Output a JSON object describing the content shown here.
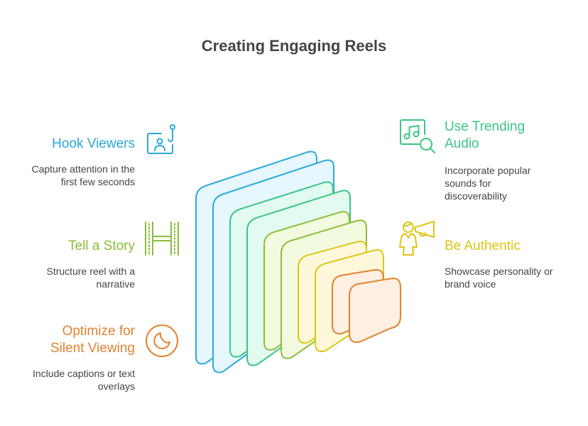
{
  "title": "Creating Engaging Reels",
  "colors": {
    "blue": "#29a9d8",
    "teal": "#3cc486",
    "green": "#8bbd3a",
    "yellow": "#dcc614",
    "orange": "#e0832f"
  },
  "items": [
    {
      "id": "hook-viewers",
      "heading": "Hook Viewers",
      "description_lines": [
        "Capture attention in the",
        "first few seconds"
      ],
      "icon": "person-frame-hook-icon",
      "side": "left"
    },
    {
      "id": "tell-a-story",
      "heading": "Tell a Story",
      "description_lines": [
        "Structure reel with a",
        "narrative"
      ],
      "icon": "film-strip-icon",
      "side": "left"
    },
    {
      "id": "optimize-silent",
      "heading_lines": [
        "Optimize for",
        "Silent Viewing"
      ],
      "description_lines": [
        "Include captions or text",
        "overlays"
      ],
      "icon": "moon-circle-icon",
      "side": "left"
    },
    {
      "id": "trending-audio",
      "heading_lines": [
        "Use Trending",
        "Audio"
      ],
      "description_lines": [
        "Incorporate popular",
        "sounds for",
        "discoverability"
      ],
      "icon": "music-search-icon",
      "side": "right"
    },
    {
      "id": "be-authentic",
      "heading": "Be Authentic",
      "description_lines": [
        "Showcase personality or",
        "brand voice"
      ],
      "icon": "person-megaphone-icon",
      "side": "right"
    }
  ]
}
